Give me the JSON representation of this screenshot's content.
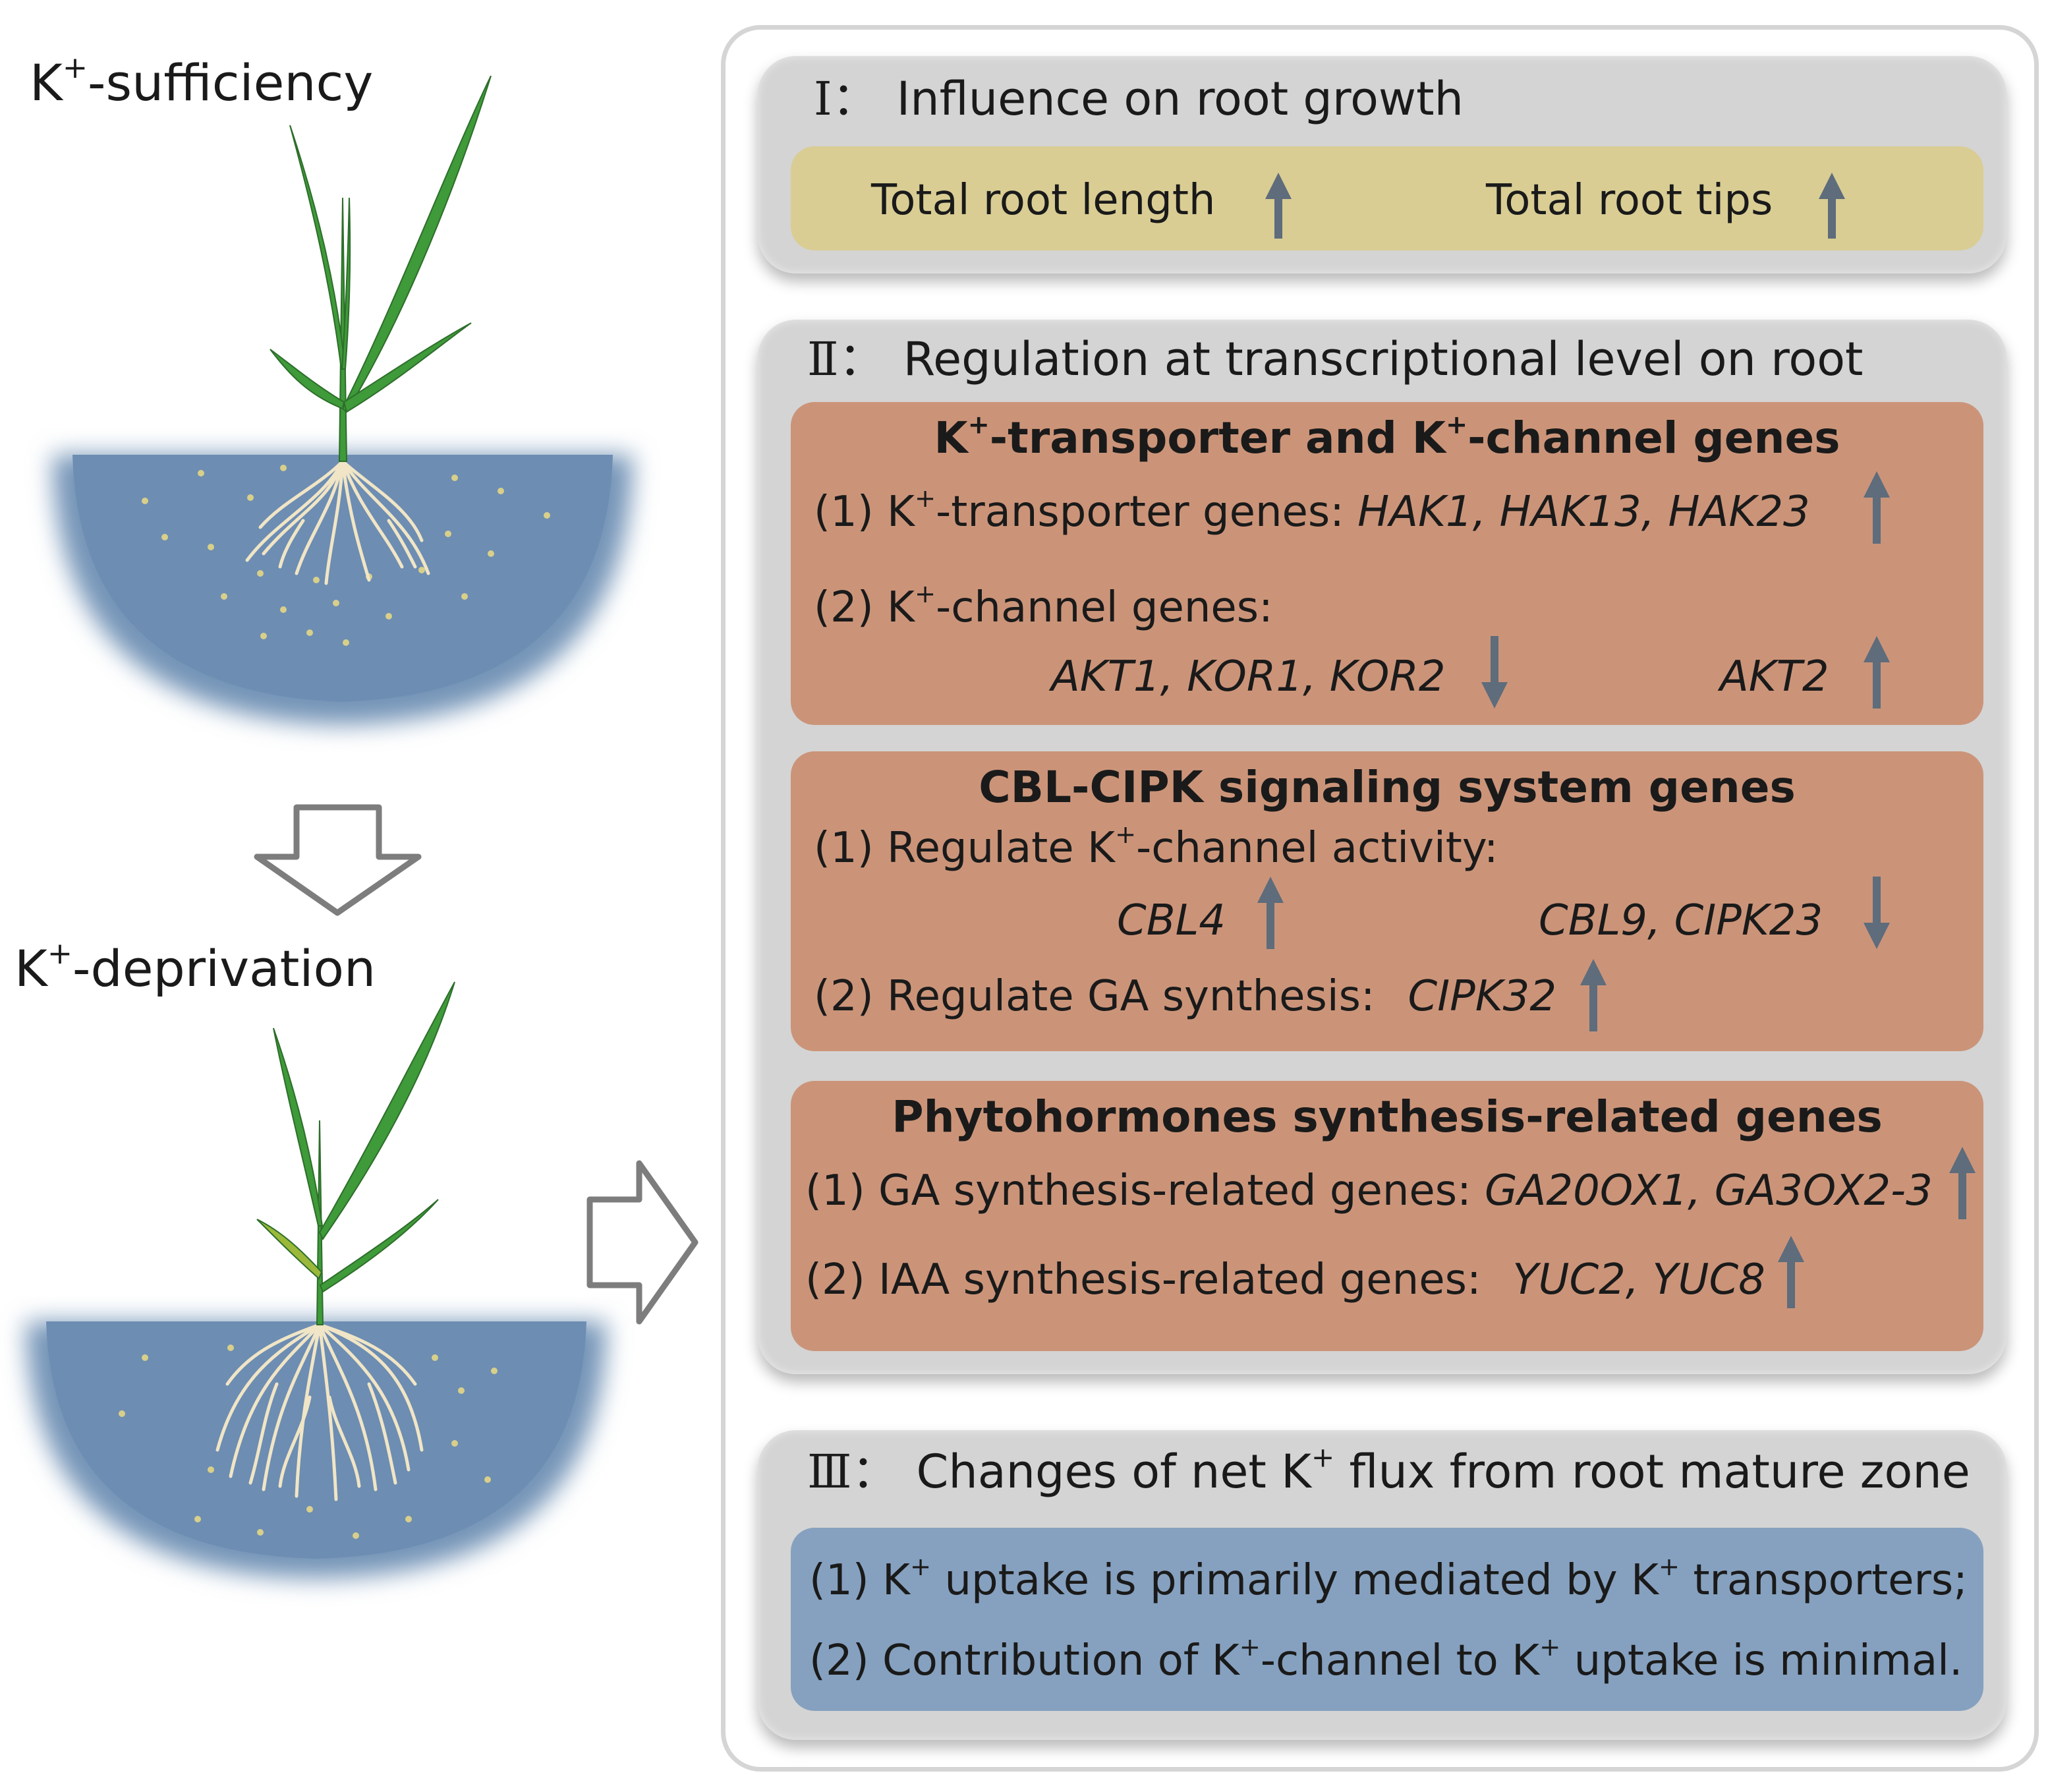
{
  "left": {
    "sufficiency_label": {
      "base": "K",
      "sup": "+",
      "rest": "-sufficiency"
    },
    "deprivation_label": {
      "base": "K",
      "sup": "+",
      "rest": "-deprivation"
    }
  },
  "panel1": {
    "title": {
      "numeral": "Ⅰ",
      "sep": "：",
      "text": "Influence on root growth"
    },
    "items": [
      {
        "label": "Total root length",
        "direction": "up"
      },
      {
        "label": "Total root tips",
        "direction": "up"
      }
    ]
  },
  "panel2": {
    "title": {
      "numeral": "Ⅱ",
      "sep": "：",
      "text": "Regulation at transcriptional level on root"
    },
    "box1": {
      "heading": {
        "a": "K",
        "sup1": "+",
        "b": "-transporter and K",
        "sup2": "+",
        "c": "-channel genes"
      },
      "line1": {
        "prefix": "(1) K",
        "sup": "+",
        "text": "-transporter genes: ",
        "genes": "HAK1, HAK13, HAK23",
        "direction": "up"
      },
      "line2": {
        "prefix": "(2) K",
        "sup": "+",
        "text": "-channel genes:"
      },
      "line3_left": {
        "genes": "AKT1, KOR1, KOR2",
        "direction": "down"
      },
      "line3_right": {
        "genes": "AKT2",
        "direction": "up"
      }
    },
    "box2": {
      "heading": "CBL-CIPK signaling system genes",
      "line1": {
        "prefix": "(1) Regulate K",
        "sup": "+",
        "text": "-channel activity:"
      },
      "line2_left": {
        "genes": "CBL4",
        "direction": "up"
      },
      "line2_right": {
        "genes": "CBL9, CIPK23",
        "direction": "down"
      },
      "line3": {
        "text": "(2) Regulate GA synthesis:",
        "genes": "CIPK32",
        "direction": "up"
      }
    },
    "box3": {
      "heading": "Phytohormones synthesis-related genes",
      "line1": {
        "text": "(1) GA synthesis-related genes: ",
        "genes": "GA20OX1, GA3OX2-3",
        "direction": "up"
      },
      "line2": {
        "text": "(2) IAA synthesis-related genes:",
        "genes": "YUC2, YUC8",
        "direction": "up"
      }
    }
  },
  "panel3": {
    "title": {
      "numeral": "Ⅲ",
      "sep": "：",
      "text_a": "Changes of net K",
      "sup": "+",
      "text_b": " flux from root mature zone"
    },
    "line1": {
      "a": "(1) K",
      "sup1": "+",
      "b": " uptake is primarily mediated by K",
      "sup2": "+",
      "c": " transporters;"
    },
    "line2": {
      "a": "(2) Contribution of K",
      "sup1": "+",
      "b": "-channel to K",
      "sup2": "+",
      "c": " uptake is minimal."
    }
  },
  "colors": {
    "arrow": "#5e6c7b",
    "yellow_box": "#d9cd94",
    "salmon_box": "#cb9479",
    "blue_box": "#86a1bf",
    "panel_gray": "#d4d4d4",
    "soil": "#6f8fb3",
    "leaf": "#3f9a3a",
    "root": "#f1e6c9"
  }
}
